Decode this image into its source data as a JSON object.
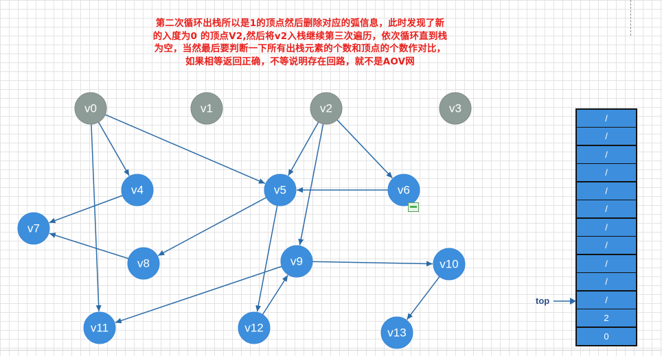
{
  "annotation": "第二次循环出栈所以是1的顶点然后删除对应的弧信息，此时发现了新的入度为0 的顶点V2,然后将v2入栈继续第三次遍历，依次循环直到栈为空，当然最后要判断一下所有出栈元素的个数和顶点的个数作对比，如果相等返回正确，不等说明存在回路，就不是AOV网",
  "colors": {
    "blue": "#3d8fdd",
    "gray": "#8e9c98",
    "text_red": "#e8201c",
    "edge": "#2b6aa6"
  },
  "nodes": [
    {
      "id": "v0",
      "label": "v0",
      "state": "gray"
    },
    {
      "id": "v1",
      "label": "v1",
      "state": "gray"
    },
    {
      "id": "v2",
      "label": "v2",
      "state": "gray"
    },
    {
      "id": "v3",
      "label": "v3",
      "state": "gray"
    },
    {
      "id": "v4",
      "label": "v4",
      "state": "blue"
    },
    {
      "id": "v5",
      "label": "v5",
      "state": "blue"
    },
    {
      "id": "v6",
      "label": "v6",
      "state": "blue"
    },
    {
      "id": "v7",
      "label": "v7",
      "state": "blue"
    },
    {
      "id": "v8",
      "label": "v8",
      "state": "blue"
    },
    {
      "id": "v9",
      "label": "v9",
      "state": "blue"
    },
    {
      "id": "v10",
      "label": "v10",
      "state": "blue"
    },
    {
      "id": "v11",
      "label": "v11",
      "state": "blue"
    },
    {
      "id": "v12",
      "label": "v12",
      "state": "blue"
    },
    {
      "id": "v13",
      "label": "v13",
      "state": "blue"
    }
  ],
  "edges": [
    [
      "v0",
      "v4"
    ],
    [
      "v0",
      "v5"
    ],
    [
      "v0",
      "v11"
    ],
    [
      "v2",
      "v5"
    ],
    [
      "v2",
      "v6"
    ],
    [
      "v2",
      "v9"
    ],
    [
      "v6",
      "v5"
    ],
    [
      "v4",
      "v7"
    ],
    [
      "v8",
      "v7"
    ],
    [
      "v5",
      "v8"
    ],
    [
      "v5",
      "v12"
    ],
    [
      "v9",
      "v10"
    ],
    [
      "v9",
      "v11"
    ],
    [
      "v12",
      "v9"
    ],
    [
      "v10",
      "v13"
    ]
  ],
  "stack": {
    "cells": [
      "/",
      "/",
      "/",
      "/",
      "/",
      "/",
      "/",
      "/",
      "/",
      "/",
      "/",
      "2",
      "0"
    ],
    "top_label": "top"
  }
}
